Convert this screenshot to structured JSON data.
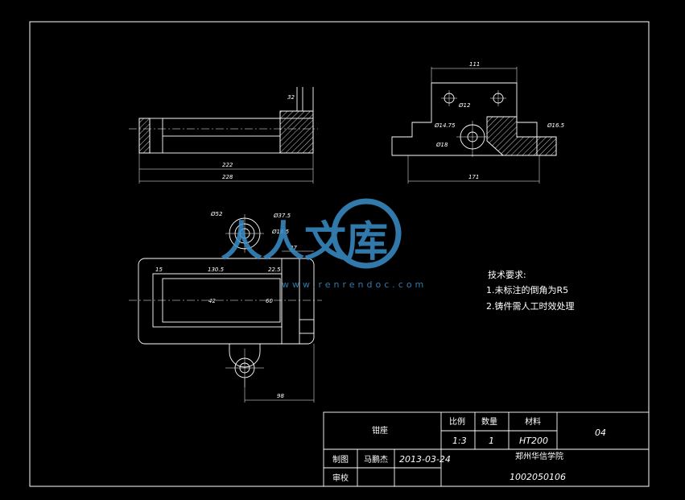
{
  "top_view": {
    "dims": {
      "d_222": "222",
      "d_228": "228",
      "d_top": "32"
    }
  },
  "front_view": {
    "dims": {
      "d_111": "111",
      "d_171": "171",
      "d_hole": "Ø16.5",
      "d_r2": "Ø12",
      "d_r3": "Ø14.75",
      "d_r4": "Ø18"
    }
  },
  "side_view": {
    "dims": {
      "d_52": "Ø52",
      "d_375": "Ø37.5",
      "d_165": "Ø16.5",
      "d_27": "27",
      "d_15": "15",
      "d_1305": "130.5",
      "d_225": "22.5",
      "d_42": "42",
      "d_60": "60",
      "d_98": "98"
    }
  },
  "watermark": {
    "brand": "人人文库",
    "url": "www.renrendoc.com"
  },
  "notes": {
    "title": "技术要求:",
    "items": [
      "1.未标注的倒角为R5",
      "2.铸件需人工时效处理"
    ]
  },
  "title_block": {
    "part_name": "钳座",
    "scale_label": "比例",
    "qty_label": "数量",
    "material_label": "材料",
    "scale": "1:3",
    "qty": "1",
    "material": "HT200",
    "drawing_no": "04",
    "drawn_label": "制图",
    "drawn_by": "马鹏杰",
    "date": "2013-03-24",
    "checked_label": "审校",
    "school": "郑州华信学院",
    "student_id": "1002050106"
  },
  "colors": {
    "background": "#000000",
    "lines": "#ffffff",
    "watermark": "#3a8fc8"
  }
}
